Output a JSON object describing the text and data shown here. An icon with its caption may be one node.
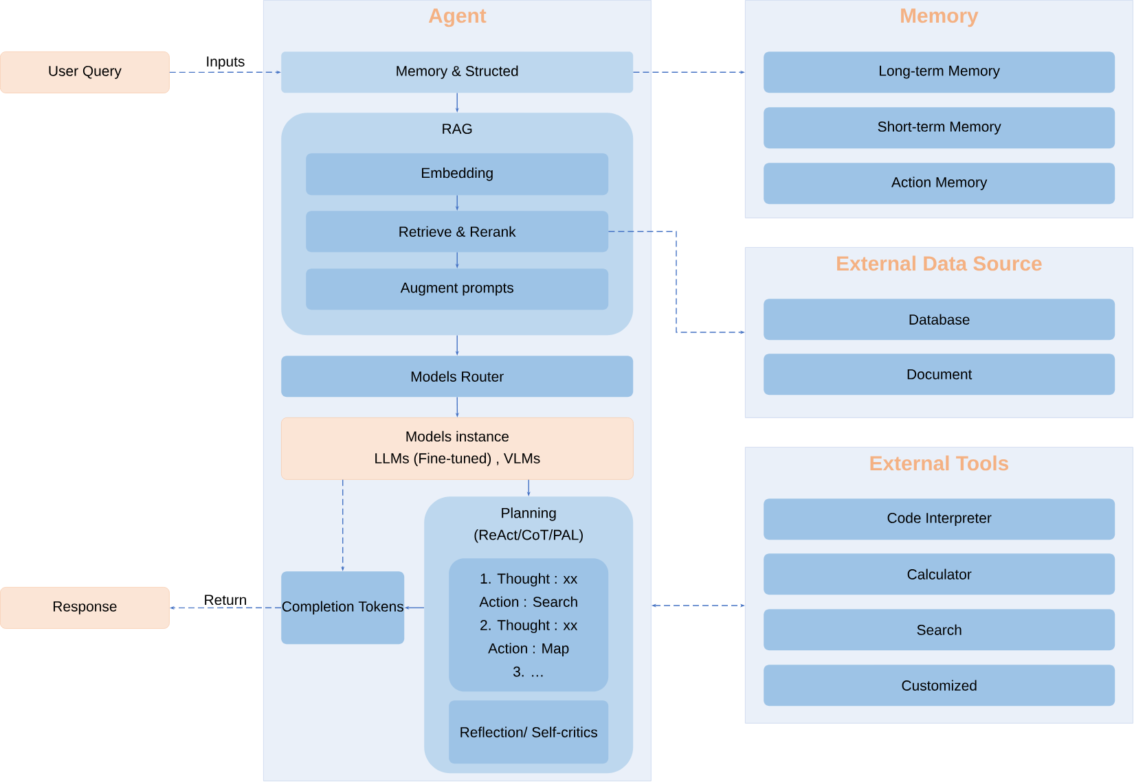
{
  "diagram": {
    "nodes": [
      {
        "text": [
          "User Query"
        ]
      },
      {
        "text": [
          "Agent"
        ]
      },
      {
        "text": [
          "Memory & Structed"
        ],
        "in": 1
      },
      {
        "text": [
          "RAG"
        ],
        "in": 1
      },
      {
        "text": [
          "Embedding"
        ],
        "in": 3
      },
      {
        "text": [
          "Retrieve & Rerank"
        ],
        "in": 3
      },
      {
        "text": [
          "Augment prompts"
        ],
        "in": 3
      },
      {
        "text": [
          "Models Router"
        ],
        "in": 1
      },
      {
        "text": [
          "Models instance",
          "LLMs (Fine-tuned) , VLMs"
        ],
        "in": 1
      },
      {
        "text": [
          "Planning",
          "(ReAct/CoT/PAL)"
        ],
        "in": 1
      },
      {
        "text": [
          "1. Thought : xx",
          "Action : Search",
          "2. Thought : xx",
          "Action : Map",
          "3. …"
        ],
        "in": 9
      },
      {
        "text": [
          "Reflection/ Self-critics"
        ],
        "in": 9
      },
      {
        "text": [
          "Completion Tokens"
        ],
        "in": 1
      },
      {
        "text": [
          "Response"
        ]
      },
      {
        "text": [
          "Memory"
        ]
      },
      {
        "text": [
          "Long-term Memory"
        ],
        "in": 14
      },
      {
        "text": [
          "Short-term Memory"
        ],
        "in": 14
      },
      {
        "text": [
          "Action Memory"
        ],
        "in": 14
      },
      {
        "text": [
          "External Data Source"
        ]
      },
      {
        "text": [
          "Database"
        ],
        "in": 18
      },
      {
        "text": [
          "Document"
        ],
        "in": 18
      },
      {
        "text": [
          "External Tools"
        ]
      },
      {
        "text": [
          "Code Interpreter"
        ],
        "in": 21
      },
      {
        "text": [
          "Calculator"
        ],
        "in": 21
      },
      {
        "text": [
          "Search"
        ],
        "in": 21
      },
      {
        "text": [
          "Customized"
        ],
        "in": 21
      }
    ],
    "edges": [
      {
        "from": 0,
        "to": 2,
        "arrow": "to",
        "label": "Inputs",
        "style": "dashed"
      },
      {
        "from": 2,
        "to": 14,
        "arrow": "to",
        "style": "dashed"
      },
      {
        "from": 2,
        "to": 3,
        "arrow": "to"
      },
      {
        "from": 4,
        "to": 5,
        "arrow": "to"
      },
      {
        "from": 5,
        "to": 6,
        "arrow": "to"
      },
      {
        "from": 5,
        "to": 18,
        "arrow": "to",
        "style": "dashed"
      },
      {
        "from": 3,
        "to": 7,
        "arrow": "to"
      },
      {
        "from": 7,
        "to": 8,
        "arrow": "to"
      },
      {
        "from": 8,
        "to": 12,
        "arrow": "to",
        "style": "dashed"
      },
      {
        "from": 8,
        "to": 9,
        "arrow": "to"
      },
      {
        "from": 9,
        "to": 12,
        "arrow": "to"
      },
      {
        "from": 12,
        "to": 13,
        "arrow": "to",
        "label": "Return",
        "style": "dashed"
      },
      {
        "from": 1,
        "to": 21,
        "arrow": "both",
        "style": "dashed"
      }
    ]
  }
}
